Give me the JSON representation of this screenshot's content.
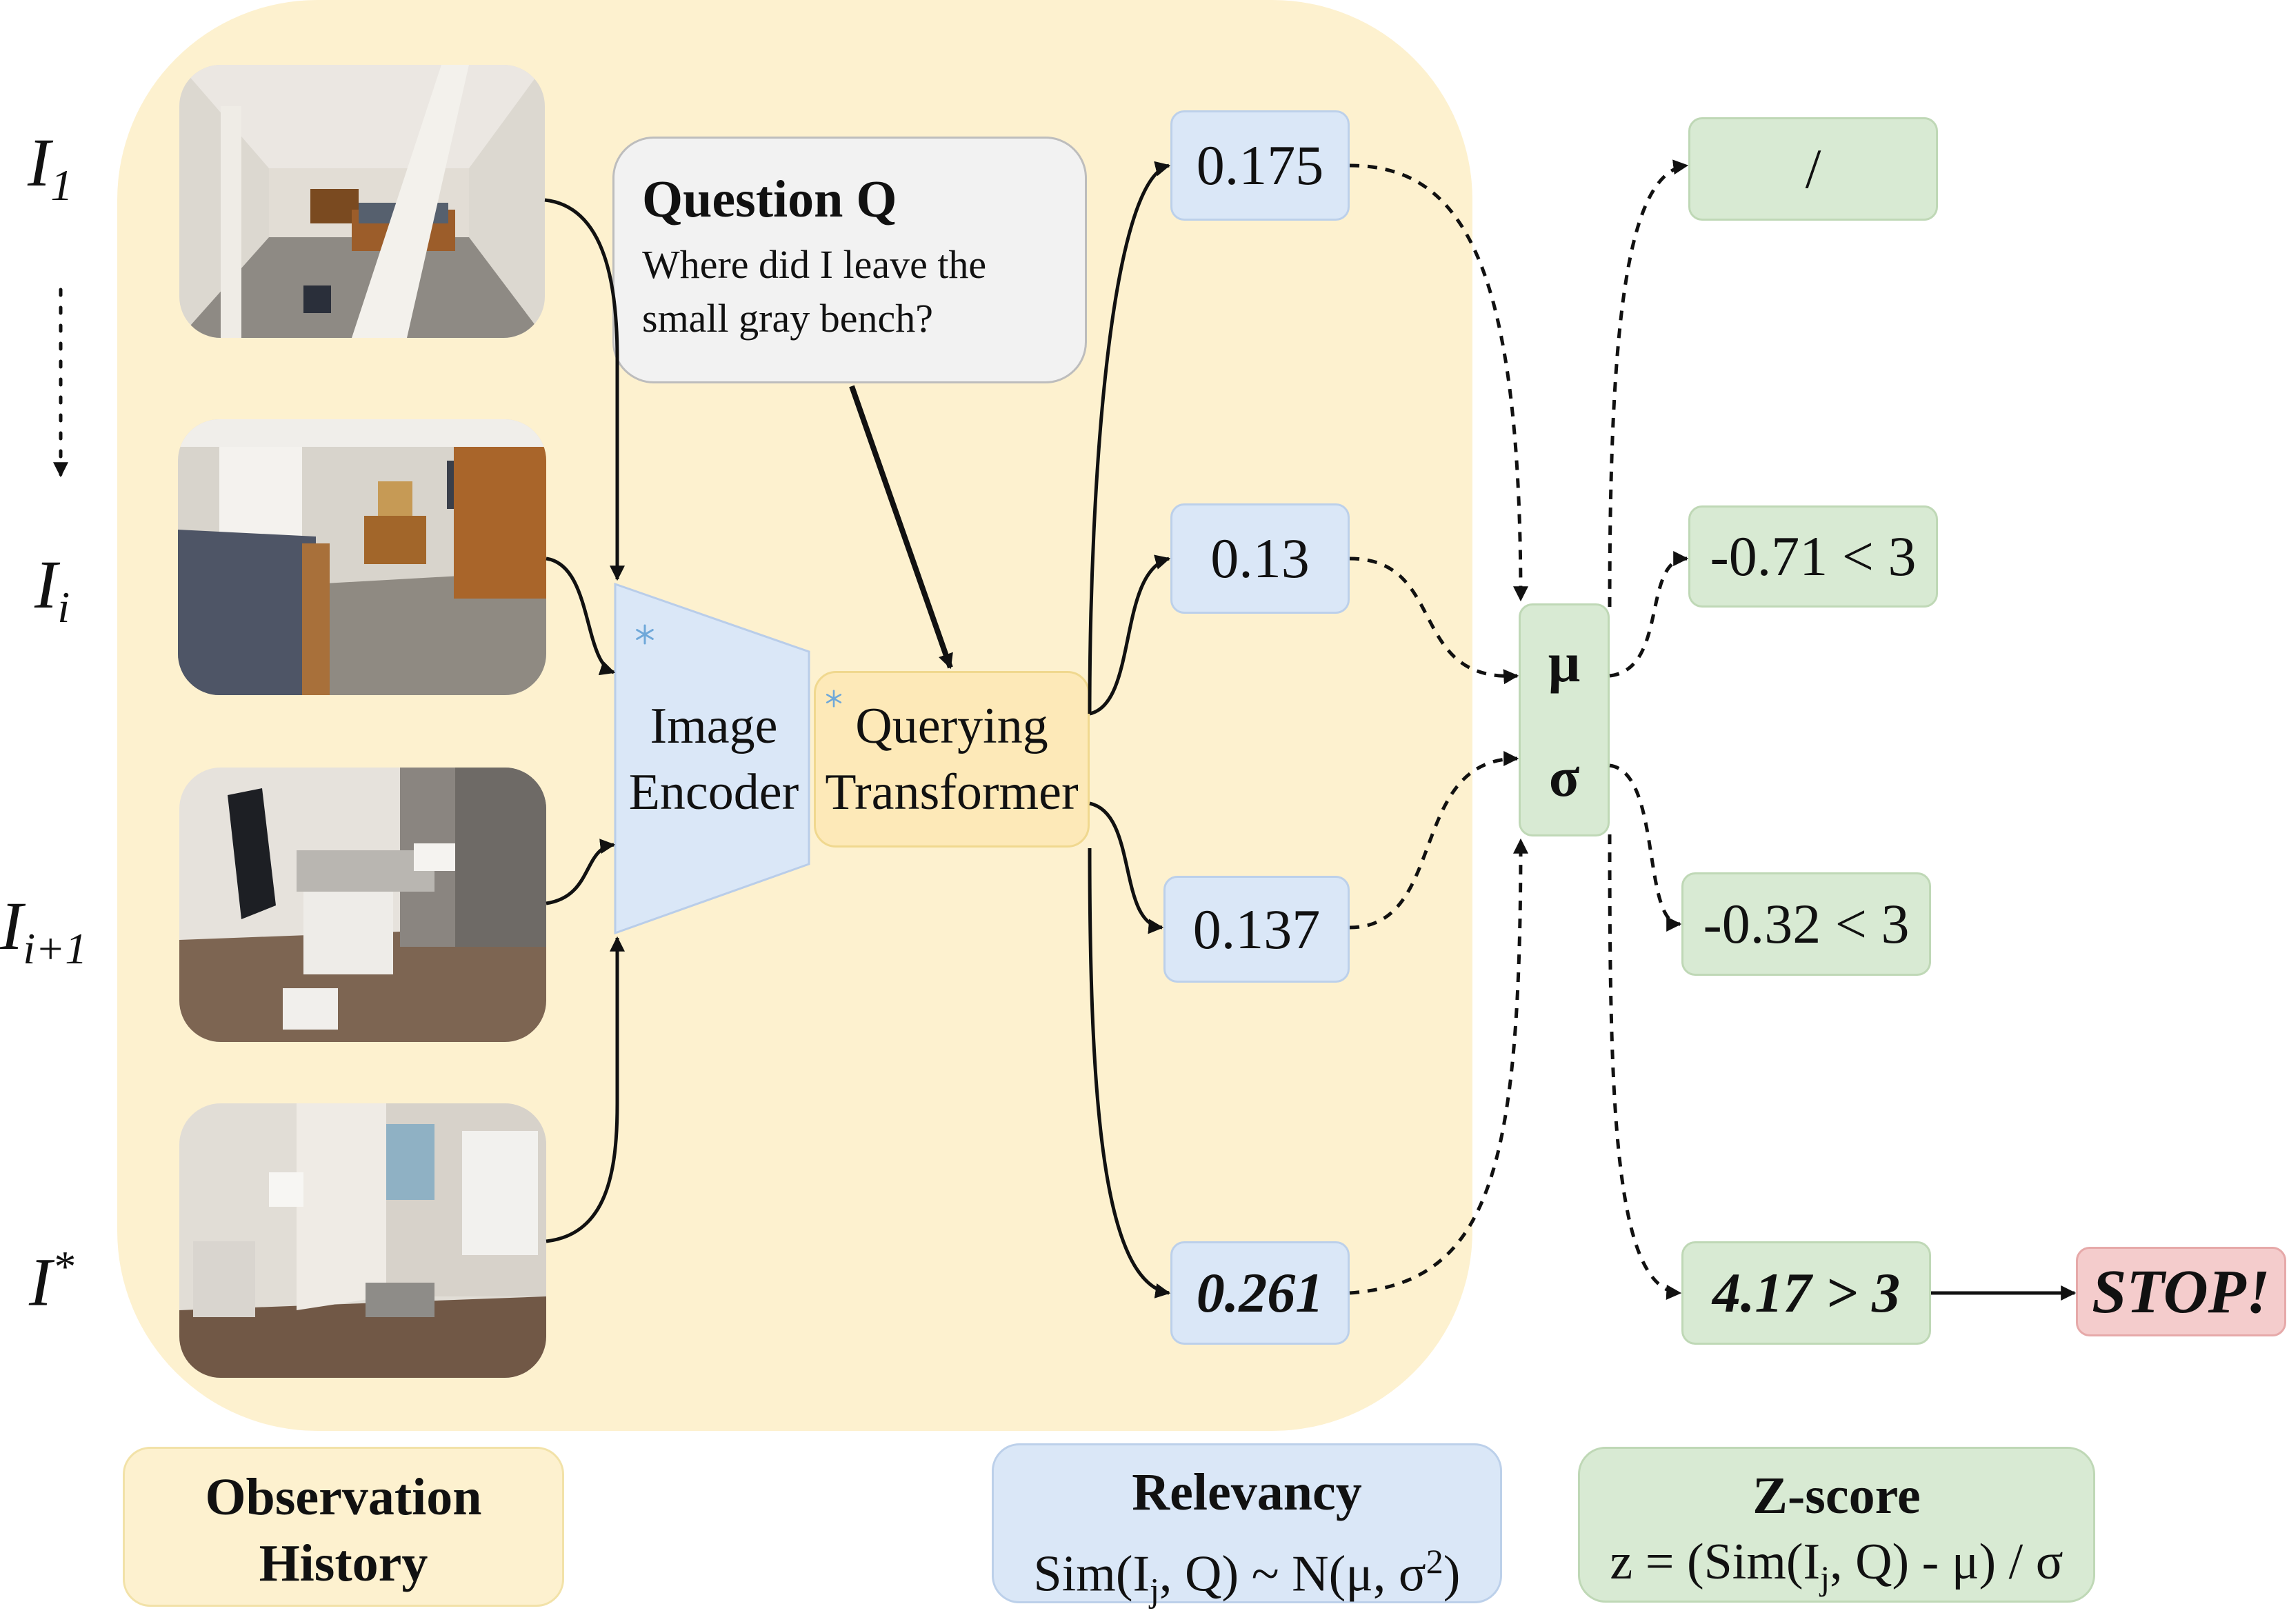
{
  "frames": [
    {
      "label_main": "I",
      "label_sub": "1",
      "label_sup": ""
    },
    {
      "label_main": "I",
      "label_sub": "i",
      "label_sup": ""
    },
    {
      "label_main": "I",
      "label_sub": "i+1",
      "label_sup": ""
    },
    {
      "label_main": "I",
      "label_sub": "",
      "label_sup": "*"
    }
  ],
  "question": {
    "title": "Question Q",
    "text_line1": "Where did I leave the",
    "text_line2": "small gray bench?"
  },
  "image_encoder": {
    "line1": "Image",
    "line2": "Encoder"
  },
  "querying_transformer": {
    "line1": "Querying",
    "line2": "Transformer"
  },
  "relevancy_scores": [
    "0.175",
    "0.13",
    "0.137",
    "0.261"
  ],
  "stats": {
    "mu": "μ",
    "sigma": "σ"
  },
  "zscores": [
    "/",
    "-0.71 < 3",
    "-0.32 < 3",
    "4.17 > 3"
  ],
  "stop_label": "STOP!",
  "legend": {
    "observation": {
      "line1": "Observation",
      "line2": "History"
    },
    "relevancy": {
      "title": "Relevancy",
      "formula_a": "Sim(I",
      "formula_sub": "j",
      "formula_b": ", Q) ~ N(μ, σ",
      "formula_sup": "2",
      "formula_c": ")"
    },
    "zscore": {
      "title": "Z-score",
      "formula_a": "z = (Sim(I",
      "formula_sub": "j",
      "formula_b": ", Q) - μ) / σ"
    }
  },
  "colors": {
    "observation_bg": "#fdf1cf",
    "relevancy_bg": "#dae7f7",
    "zscore_bg": "#d8ead3",
    "stop_bg": "#f4cccc",
    "question_bg": "#f2f2f2"
  },
  "icons": {
    "frozen": "snowflake-icon"
  }
}
